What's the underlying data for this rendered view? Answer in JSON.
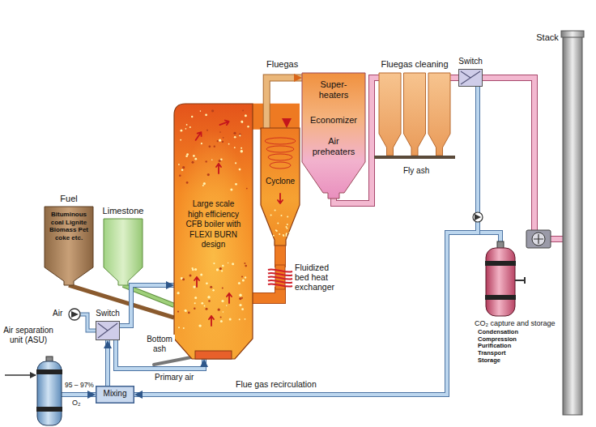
{
  "diagram": {
    "nodes": [
      {
        "text": [
          "Fuel",
          "Bituminous coal Lignite Biomass Pet coke etc."
        ]
      },
      {
        "text": [
          "Limestone"
        ]
      },
      {
        "text": [
          "Large scale high efficiency CFB boiler with FLEXI BURN design"
        ]
      },
      {
        "text": [
          "Cyclone"
        ]
      },
      {
        "text": [
          "Super- heaters",
          "Economizer",
          "Air preheaters"
        ]
      },
      {
        "text": [
          "Fluegas cleaning"
        ]
      },
      {
        "text": [
          "Switch"
        ]
      },
      {
        "text": [
          "Stack"
        ]
      },
      {
        "text": [
          "CO₂ capture and storage",
          "Condensation Compression Purification Transport Storage"
        ]
      },
      {
        "text": [
          "Air separation unit (ASU)"
        ]
      },
      {
        "text": [
          "Mixing"
        ]
      },
      {
        "text": [
          "Switch"
        ]
      },
      {
        "text": [
          "Fluidized bed heat exchanger"
        ]
      }
    ],
    "edges": [
      {
        "from": 0,
        "to": 2,
        "arrow": "none"
      },
      {
        "from": 1,
        "to": 2,
        "arrow": "none"
      },
      {
        "from": 2,
        "to": 3,
        "arrow": "to"
      },
      {
        "from": 3,
        "to": 4,
        "label": "Fluegas",
        "arrow": "to"
      },
      {
        "from": 4,
        "to": 5,
        "arrow": "none"
      },
      {
        "from": 5,
        "to": 6,
        "arrow": "none"
      },
      {
        "from": 6,
        "to": 7,
        "arrow": "none"
      },
      {
        "from": 6,
        "to": 8,
        "arrow": "none"
      },
      {
        "from": 6,
        "to": 10,
        "label": "Flue gas recirculation",
        "arrow": "to"
      },
      {
        "from": 9,
        "to": 10,
        "arrow": "to"
      },
      {
        "from": 10,
        "to": 11,
        "arrow": "to"
      },
      {
        "from": 11,
        "to": 2,
        "label": "Primary air",
        "arrow": "to"
      },
      {
        "from": 11,
        "to": 2,
        "arrow": "to"
      },
      {
        "from": 3,
        "to": 12,
        "arrow": "none"
      },
      {
        "from": 12,
        "to": 2,
        "arrow": "none"
      }
    ],
    "labels": [
      "Fly ash",
      "Air",
      "Bottom ash",
      "95 – 97%",
      "O₂"
    ]
  }
}
